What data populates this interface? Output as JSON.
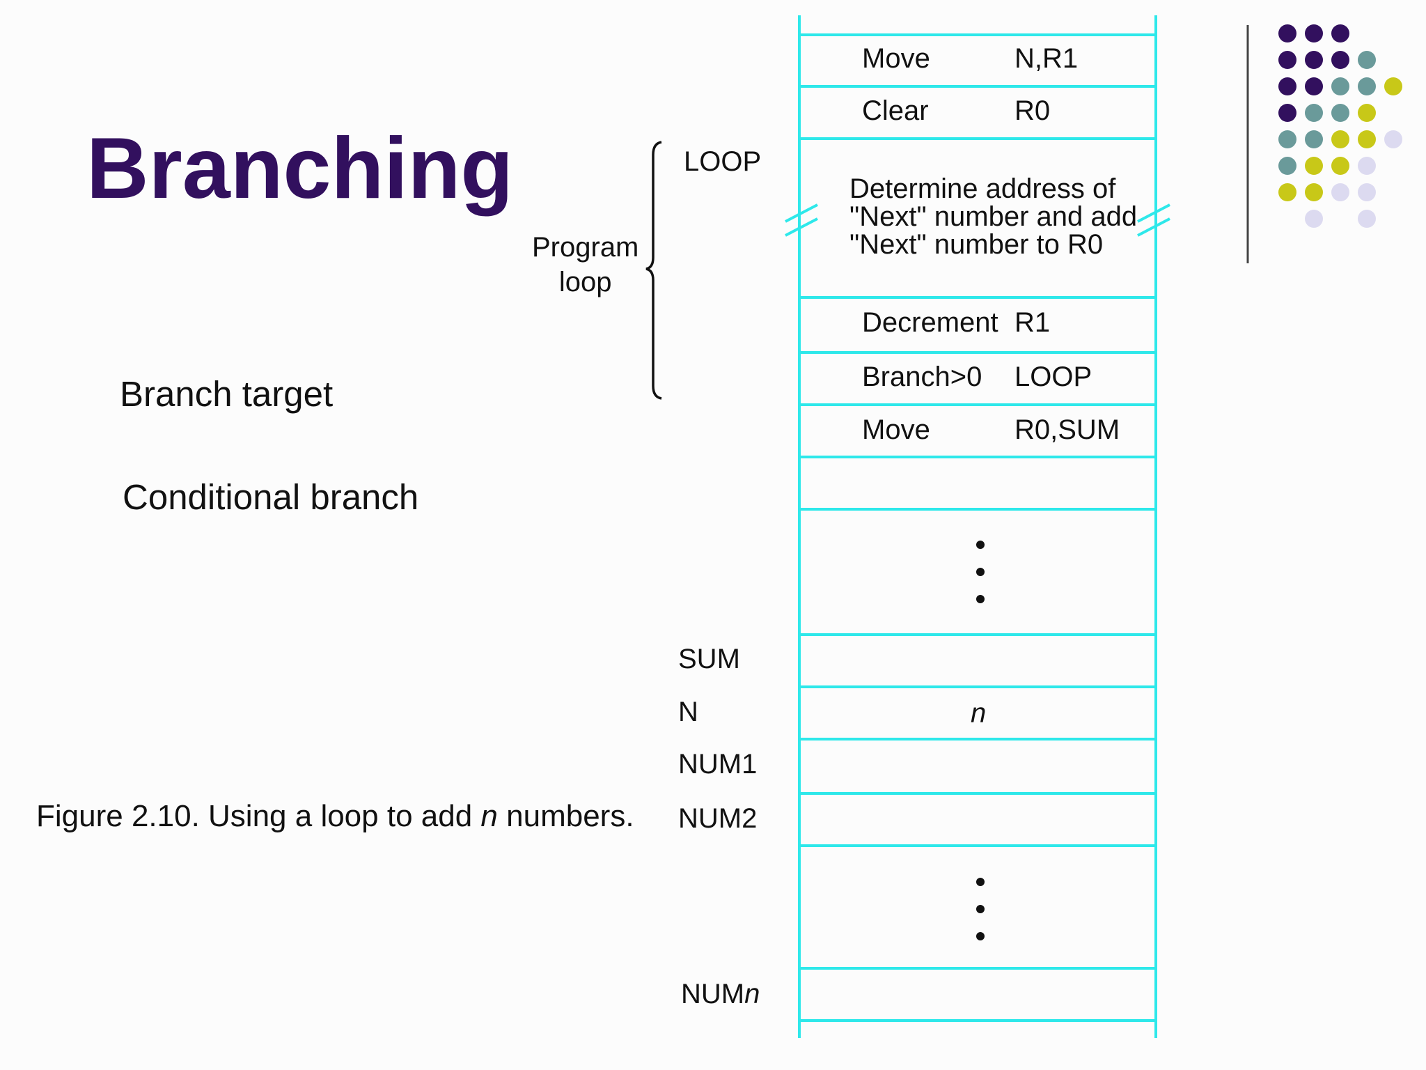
{
  "title": "Branching",
  "bullets": [
    "Branch target",
    "Conditional branch"
  ],
  "caption": {
    "prefix": "Figure 2.10.   Using a loop to add ",
    "var": "n",
    "suffix": " numbers."
  },
  "brace_label": {
    "line1": "Program",
    "line2": "loop"
  },
  "memory": {
    "rows": [
      {
        "op": "Move",
        "arg": "N,R1"
      },
      {
        "op": "Clear",
        "arg": "R0"
      },
      {
        "op": "Decrement",
        "arg": "R1"
      },
      {
        "op": "Branch>0",
        "arg": "LOOP"
      },
      {
        "op": "Move",
        "arg": "R0,SUM"
      }
    ],
    "loop_block": "Determine address of\n\"Next\" number and add\n\"Next\" number to R0",
    "labels": {
      "loop": "LOOP",
      "sum": "SUM",
      "n": "N",
      "num1": "NUM1",
      "num2": "NUM2",
      "numn_base": "NUM",
      "numn_var": "n"
    },
    "n_value": "n"
  },
  "colors": {
    "title": "#32105e",
    "lines": "#2ee8ea",
    "dot_purple": "#32105e",
    "dot_teal": "#6a9a9a",
    "dot_yellow": "#c8c818",
    "dot_lavender": "#dcdaf0"
  }
}
